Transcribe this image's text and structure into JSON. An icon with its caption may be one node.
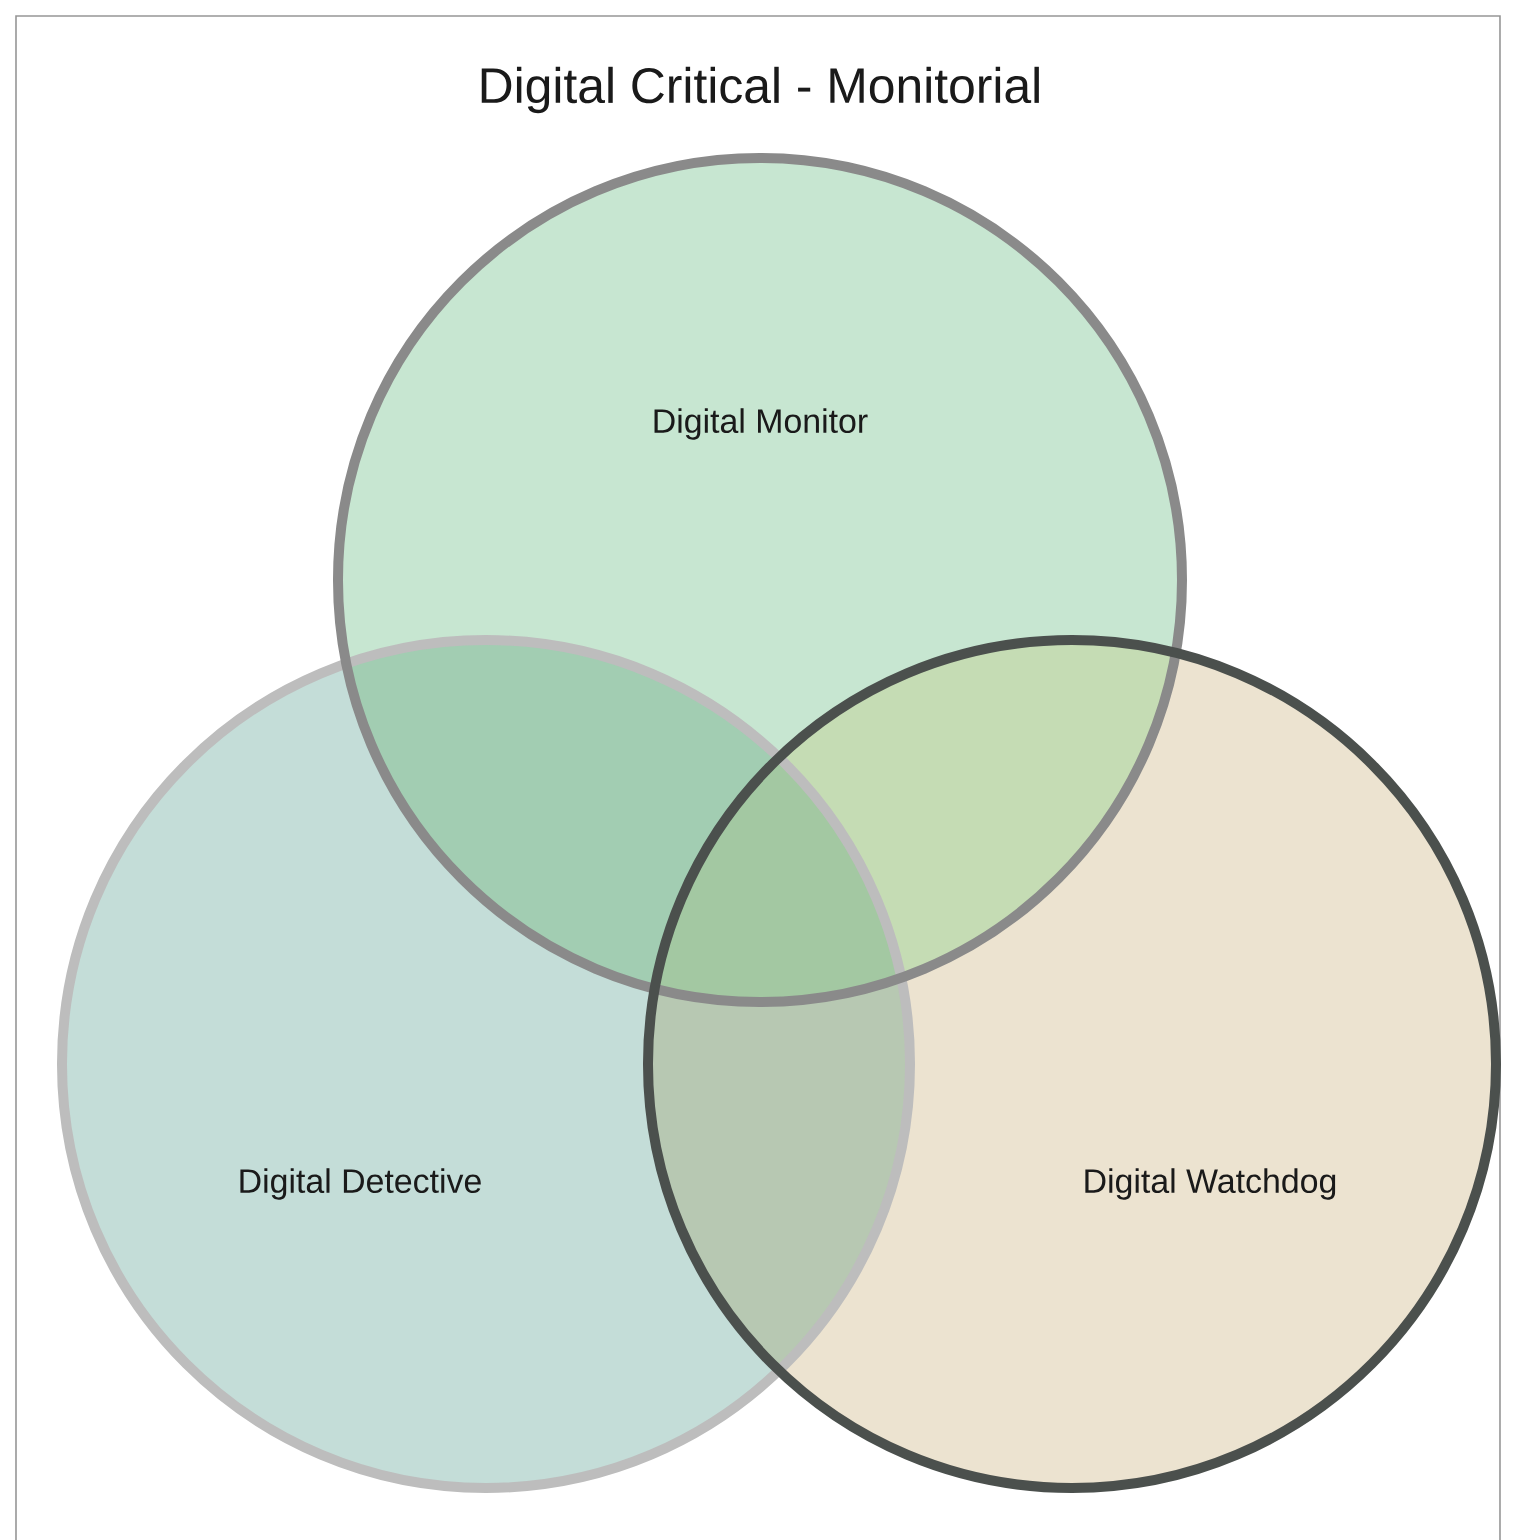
{
  "diagram": {
    "title": "Digital Critical - Monitorial",
    "nodes": [
      {
        "text": [
          "Digital Monitor"
        ]
      },
      {
        "text": [
          "Digital Detective"
        ]
      },
      {
        "text": [
          "Digital Watchdog"
        ]
      }
    ]
  }
}
